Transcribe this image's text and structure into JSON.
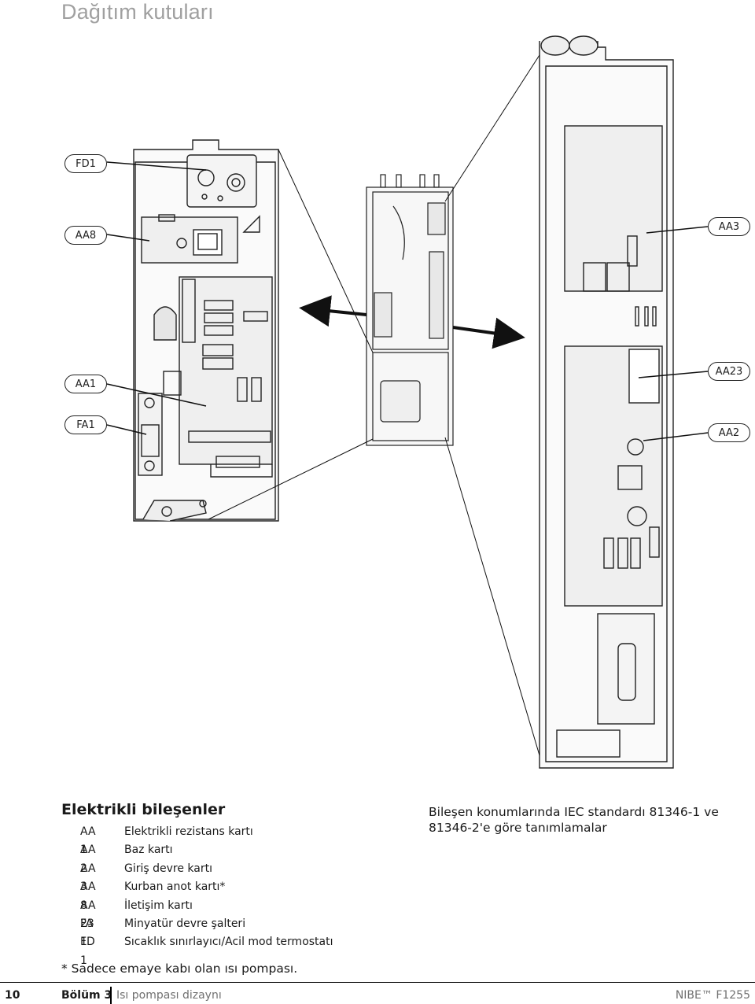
{
  "page": {
    "title": "Dağıtım kutuları",
    "number": "10",
    "chapter": "Bölüm 3",
    "chapter_title": "Isı pompası dizaynı",
    "brand": "NIBE™ F1255"
  },
  "callouts": {
    "fd1": "FD1",
    "aa8": "AA8",
    "aa1": "AA1",
    "fa1": "FA1",
    "aa3": "AA3",
    "aa23": "AA23",
    "aa2": "AA2"
  },
  "legend": {
    "heading": "Elektrikli bileşenler",
    "items": [
      {
        "prefix": "AA",
        "num": "1",
        "desc": "Elektrikli rezistans kartı"
      },
      {
        "prefix": "AA",
        "num": "2",
        "desc": "Baz kartı"
      },
      {
        "prefix": "AA",
        "num": "3",
        "desc": "Giriş devre kartı"
      },
      {
        "prefix": "AA",
        "num": "8",
        "desc": "Kurban anot kartı*"
      },
      {
        "prefix": "AA",
        "num": "23",
        "desc": "İletişim kartı"
      },
      {
        "prefix": "FA",
        "num": "1",
        "desc": "Minyatür devre şalteri"
      },
      {
        "prefix": "FD",
        "num": "1",
        "desc": "Sıcaklık sınırlayıcı/Acil mod termostatı"
      }
    ],
    "note": "Bileşen konumlarında IEC standardı 81346-1 ve 81346-2'e göre tanımlamalar",
    "footnote": "* Sadece emaye kabı olan ısı pompası."
  }
}
